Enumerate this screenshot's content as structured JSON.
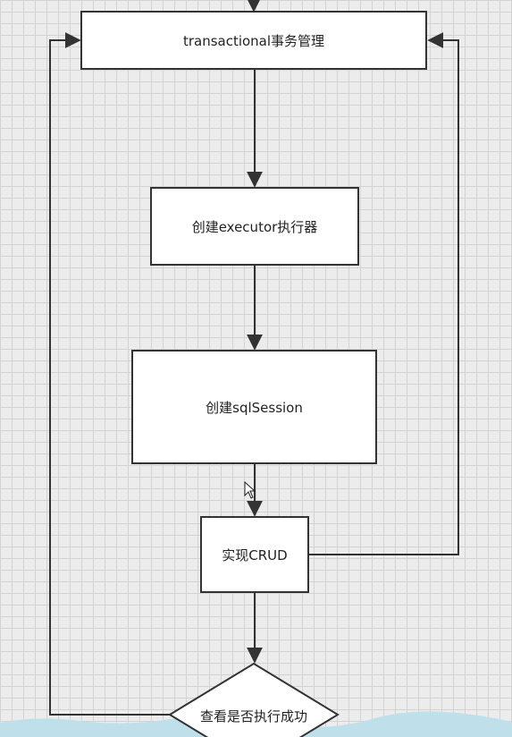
{
  "diagram": {
    "nodes": {
      "transactional": "transactional事务管理",
      "executor": "创建executor执行器",
      "session": "创建sqlSession",
      "crud": "实现CRUD",
      "check": "查看是否执行成功"
    }
  },
  "colors": {
    "line": "#333333",
    "box_fill": "#ffffff",
    "grid": "#d3d3d3",
    "background": "#ececec",
    "water": "#bfe0ea"
  }
}
